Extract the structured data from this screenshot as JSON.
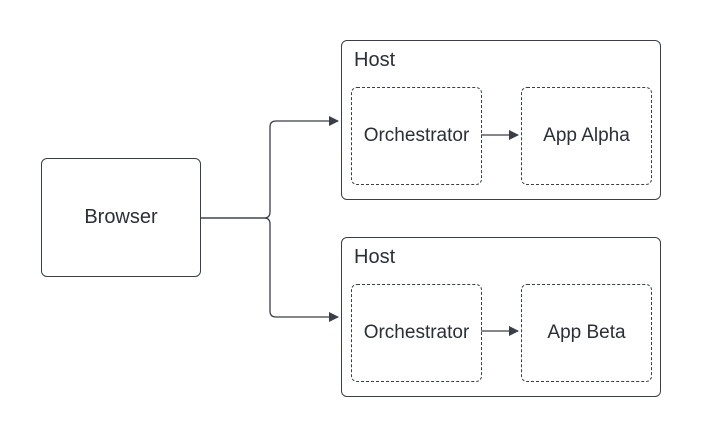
{
  "diagram": {
    "browser": {
      "label": "Browser"
    },
    "hosts": [
      {
        "title": "Host",
        "orchestrator": "Orchestrator",
        "app": "App Alpha"
      },
      {
        "title": "Host",
        "orchestrator": "Orchestrator",
        "app": "App Beta"
      }
    ],
    "edges": [
      {
        "from": "Browser",
        "to": "Host"
      },
      {
        "from": "Browser",
        "to": "Host"
      },
      {
        "from": "Orchestrator",
        "to": "App Alpha"
      },
      {
        "from": "Orchestrator",
        "to": "App Beta"
      }
    ],
    "colors": {
      "stroke": "#3a3f47",
      "text": "#2b2f36",
      "background": "#ffffff"
    }
  }
}
